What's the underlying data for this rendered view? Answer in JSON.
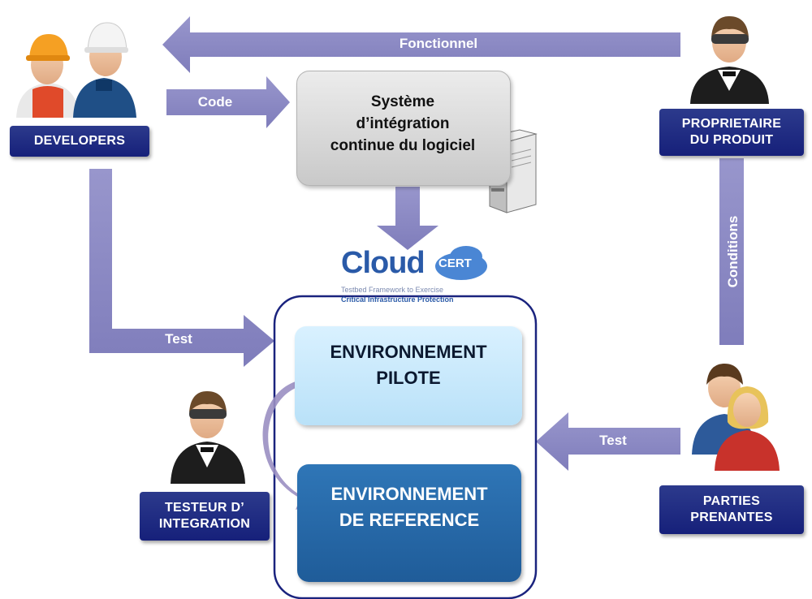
{
  "arrows": {
    "fonctionnel": "Fonctionnel",
    "code": "Code",
    "test_left": "Test",
    "test_right": "Test",
    "conditions": "Conditions"
  },
  "ci_system": {
    "label": "Système\nd’intégration\ncontinue du logiciel"
  },
  "logo": {
    "cloud": "Cloud",
    "cert": "CERT",
    "tagline1": "Testbed Framework to Exercise",
    "tagline2": "Critical Infrastructure Protection"
  },
  "environments": {
    "pilot": "ENVIRONNEMENT\nPILOTE",
    "reference": "ENVIRONNEMENT\nDE REFERENCE"
  },
  "actors": {
    "developers": "DEVELOPERS",
    "product_owner": "PROPRIETAIRE\nDU PRODUIT",
    "integration_tester": "TESTEUR D’\nINTEGRATION",
    "stakeholders": "PARTIES\nPRENANTES"
  },
  "colors": {
    "arrow": "#8a88c4",
    "label_bg": "#1c2680",
    "pilot_env": "#c9e9fb",
    "reference_env": "#2767a8",
    "container_border": "#1a237e"
  }
}
